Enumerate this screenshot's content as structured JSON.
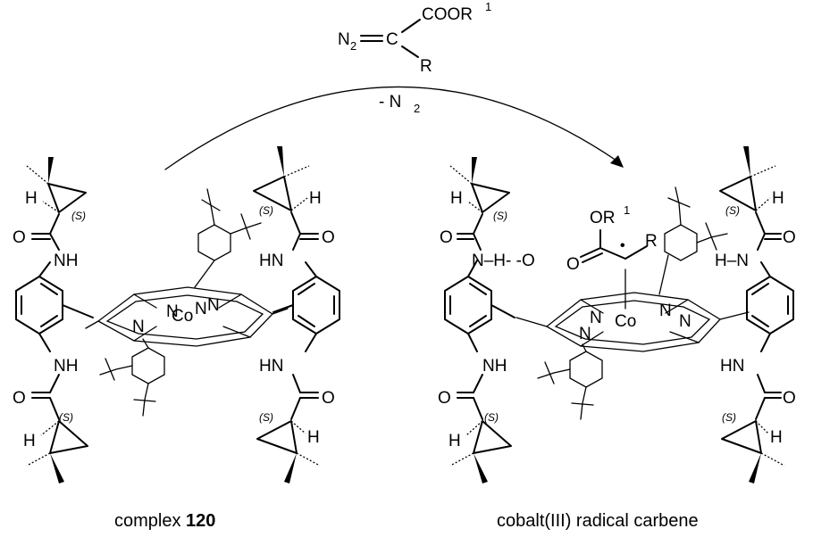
{
  "reagent": {
    "n2": "N",
    "n2_sub": "2",
    "eq": "=",
    "c": "C",
    "cooR": "COOR",
    "cooR_sup": "1",
    "r": "R"
  },
  "arrow_label": {
    "prefix": "- N",
    "sub": "2"
  },
  "left": {
    "caption_prefix": "complex ",
    "caption_number": "120",
    "co": "Co",
    "n": "N",
    "nh": "NH",
    "hn": "HN",
    "o": "O",
    "h": "H",
    "s": "(S)"
  },
  "right": {
    "caption": "cobalt(III) radical carbene",
    "co": "Co",
    "n": "N",
    "nh": "NH",
    "hn": "HN",
    "o": "O",
    "h": "H",
    "s": "(S)",
    "or1": "OR",
    "or1_sup": "1",
    "r": "R",
    "radical": "•",
    "hbond_left": "N–H- -O",
    "hbond_right": "H–N"
  }
}
